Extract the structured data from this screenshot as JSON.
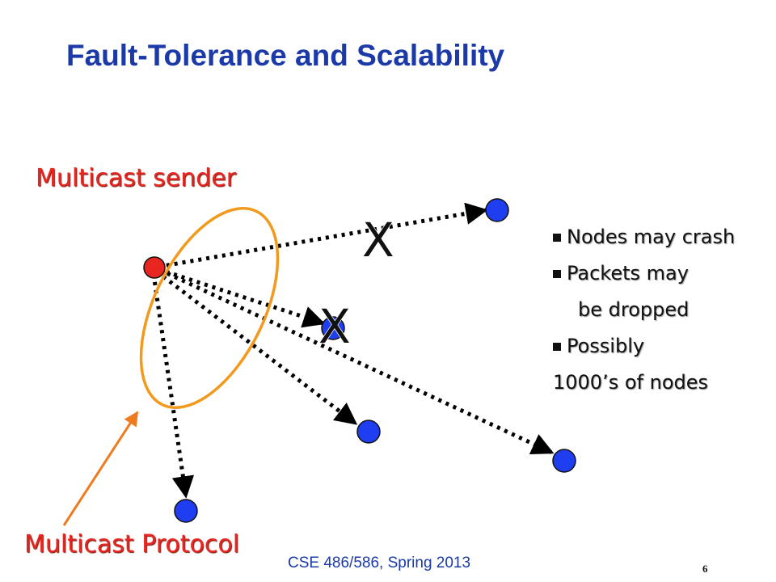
{
  "slide": {
    "title": "Fault-Tolerance and Scalability",
    "sender_label": "Multicast sender",
    "protocol_label": "Multicast Protocol",
    "failure_mark": "X",
    "bullets": [
      {
        "text": "Nodes may crash",
        "bullet": true
      },
      {
        "text": "Packets may",
        "bullet": true
      },
      {
        "text": "be dropped",
        "bullet": false
      },
      {
        "text": "Possibly",
        "bullet": true
      },
      {
        "text": "1000’s of nodes",
        "bullet": false
      }
    ],
    "footer": "CSE 486/586, Spring 2013",
    "page_number": "6"
  },
  "colors": {
    "title": "#1b3aa8",
    "label": "#e8261f",
    "sender_node": "#e8261f",
    "receiver_node": "#1e3ef0",
    "protocol_ellipse": "#f29a1e",
    "pointer_arrow": "#f07a1e",
    "multicast_path": "#000000"
  },
  "icons": {
    "bullet": "square-bullet",
    "failure": "x-mark"
  }
}
